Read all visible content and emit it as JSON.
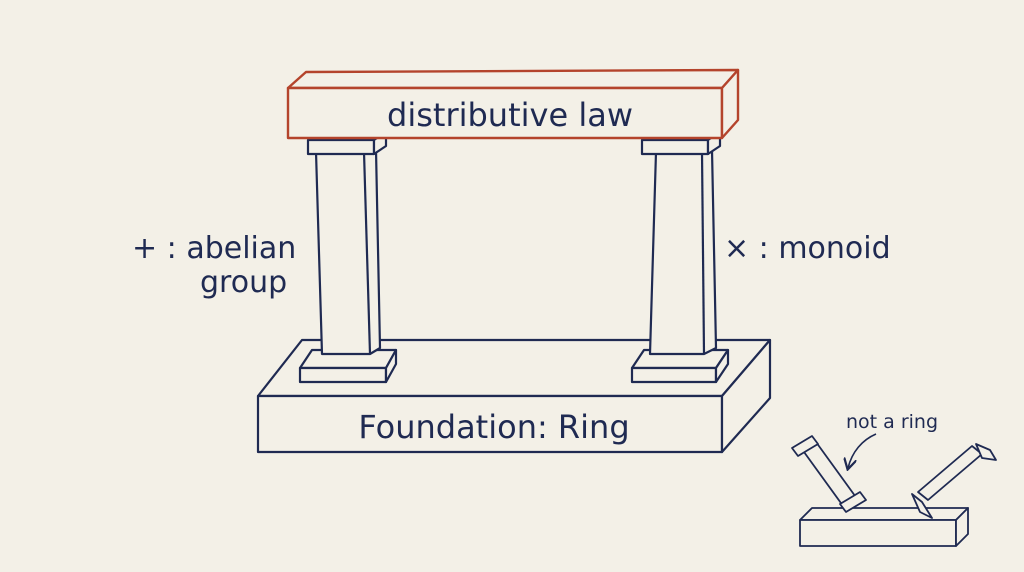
{
  "colors": {
    "background": "#f3f0e7",
    "ink": "#1f2a52",
    "beam": "#b4442c"
  },
  "labels": {
    "beam": "distributive law",
    "left_pillar_line1": "+ : abelian",
    "left_pillar_line2": "group",
    "right_pillar": "× : monoid",
    "foundation": "Foundation: Ring",
    "broken_note": "not a ring"
  }
}
